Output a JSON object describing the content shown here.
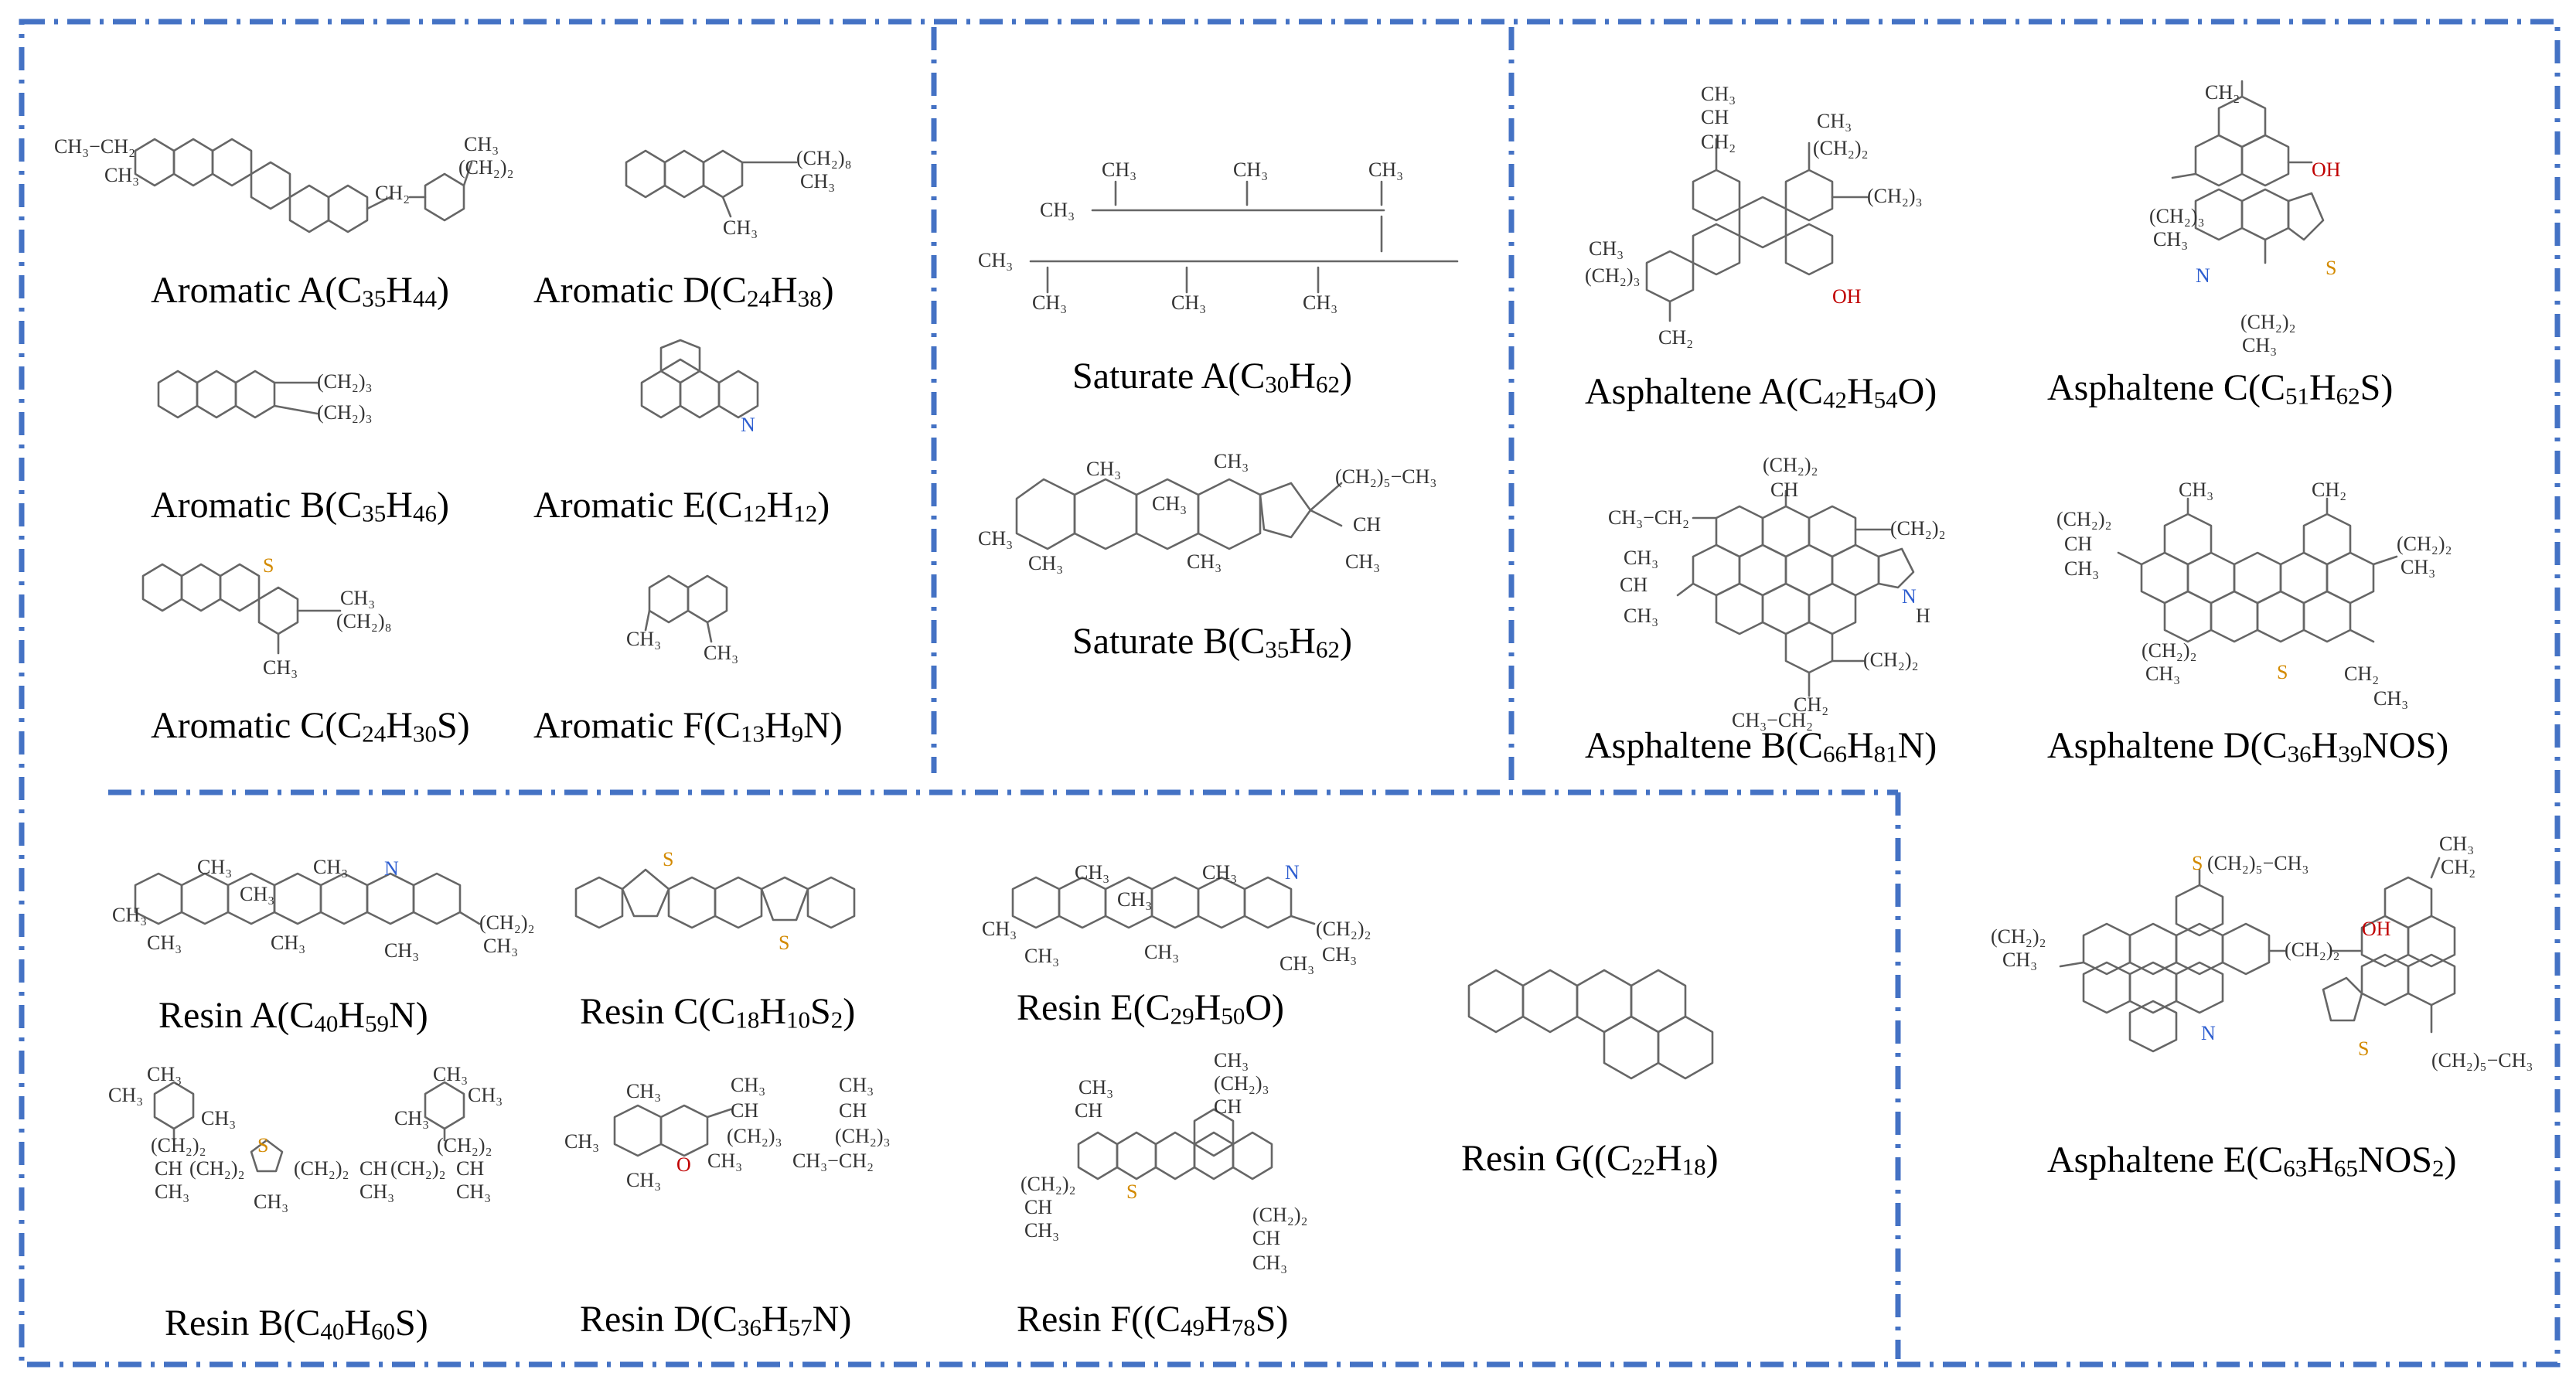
{
  "molecules": [
    {
      "id": "aromatic-a",
      "name": "Aromatic A(",
      "parts": [
        [
          "C",
          "35"
        ],
        [
          "H",
          "44"
        ]
      ],
      "tail": ")"
    },
    {
      "id": "aromatic-d",
      "name": "Aromatic D(",
      "parts": [
        [
          "C",
          "24"
        ],
        [
          "H",
          "38"
        ]
      ],
      "tail": ")"
    },
    {
      "id": "aromatic-b",
      "name": "Aromatic B(",
      "parts": [
        [
          "C",
          "35"
        ],
        [
          "H",
          "46"
        ]
      ],
      "tail": ")"
    },
    {
      "id": "aromatic-e",
      "name": "Aromatic E(",
      "parts": [
        [
          "C",
          "12"
        ],
        [
          "H",
          "12"
        ]
      ],
      "tail": ")"
    },
    {
      "id": "aromatic-c",
      "name": "Aromatic C(",
      "parts": [
        [
          "C",
          "24"
        ],
        [
          "H",
          "30"
        ]
      ],
      "tail": "S)"
    },
    {
      "id": "aromatic-f",
      "name": "Aromatic F(",
      "parts": [
        [
          "C",
          "13"
        ],
        [
          "H",
          "9"
        ]
      ],
      "tail": "N)"
    },
    {
      "id": "saturate-a",
      "name": "Saturate A(",
      "parts": [
        [
          "C",
          "30"
        ],
        [
          "H",
          "62"
        ]
      ],
      "tail": ")"
    },
    {
      "id": "saturate-b",
      "name": "Saturate B(",
      "parts": [
        [
          "C",
          "35"
        ],
        [
          "H",
          "62"
        ]
      ],
      "tail": ")"
    },
    {
      "id": "asphaltene-a",
      "name": "Asphaltene A(",
      "parts": [
        [
          "C",
          "42"
        ],
        [
          "H",
          "54"
        ]
      ],
      "tail": "O)"
    },
    {
      "id": "asphaltene-c",
      "name": "Asphaltene C(",
      "parts": [
        [
          "C",
          "51"
        ],
        [
          "H",
          "62"
        ]
      ],
      "tail": "S)"
    },
    {
      "id": "asphaltene-b",
      "name": "Asphaltene B(",
      "parts": [
        [
          "C",
          "66"
        ],
        [
          "H",
          "81"
        ]
      ],
      "tail": "N)"
    },
    {
      "id": "asphaltene-d",
      "name": "Asphaltene D(",
      "parts": [
        [
          "C",
          "36"
        ],
        [
          "H",
          "39"
        ]
      ],
      "tail": "NOS)"
    },
    {
      "id": "asphaltene-e",
      "name": "Asphaltene E(",
      "parts": [
        [
          "C",
          "63"
        ],
        [
          "H",
          "65"
        ],
        [
          "NOS",
          "2"
        ]
      ],
      "tail": ")"
    },
    {
      "id": "resin-a",
      "name": "Resin A(",
      "parts": [
        [
          "C",
          "40"
        ],
        [
          "H",
          "59"
        ]
      ],
      "tail": "N)"
    },
    {
      "id": "resin-c",
      "name": "Resin C(",
      "parts": [
        [
          "C",
          "18"
        ],
        [
          "H",
          "10"
        ],
        [
          "S",
          "2"
        ]
      ],
      "tail": ")"
    },
    {
      "id": "resin-e",
      "name": "Resin E(",
      "parts": [
        [
          "C",
          "29"
        ],
        [
          "H",
          "50"
        ]
      ],
      "tail": "O)"
    },
    {
      "id": "resin-g",
      "name": "Resin G((",
      "parts": [
        [
          "C",
          "22"
        ],
        [
          "H",
          "18"
        ]
      ],
      "tail": ")"
    },
    {
      "id": "resin-b",
      "name": "Resin B(",
      "parts": [
        [
          "C",
          "40"
        ],
        [
          "H",
          "60"
        ]
      ],
      "tail": "S)"
    },
    {
      "id": "resin-d",
      "name": "Resin D(",
      "parts": [
        [
          "C",
          "36"
        ],
        [
          "H",
          "57"
        ]
      ],
      "tail": "N)"
    },
    {
      "id": "resin-f",
      "name": "Resin F((",
      "parts": [
        [
          "C",
          "49"
        ],
        [
          "H",
          "78"
        ]
      ],
      "tail": "S)"
    }
  ],
  "atom_labels": {
    "ch3": "CH₃",
    "ch2": "CH₂",
    "ch": "CH",
    "ch3ch2": "CH₃−CH₂",
    "ch2n": "(CH₂)₈",
    "ch2_3": "(CH₂)₃",
    "ch2_5": "(CH₂)₅−CH₃",
    "ch2_2": "(CH₂)₂",
    "n": "N",
    "s": "S",
    "o": "O",
    "oh": "OH",
    "nh": "H"
  },
  "colors": {
    "frame": "#4472C4",
    "bond": "#666666",
    "nitrogen": "#2F5FD0",
    "sulfur": "#D38A00",
    "oxygen": "#C00000"
  }
}
